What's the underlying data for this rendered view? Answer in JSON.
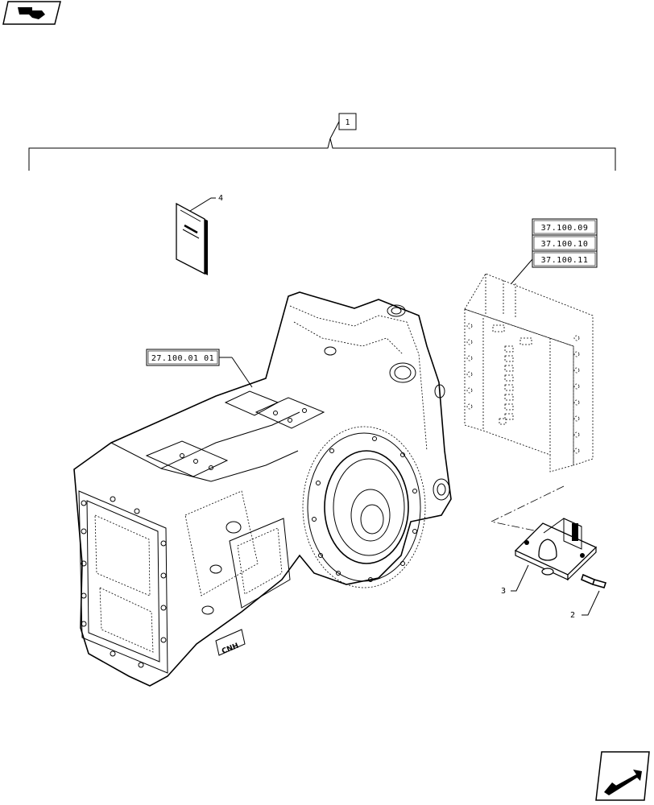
{
  "callouts": {
    "group": "1",
    "pin": "2",
    "hitch": "3",
    "manual": "4"
  },
  "references": {
    "housing": "27.100.01 01",
    "support_a": "37.100.09",
    "support_b": "37.100.10",
    "support_c": "37.100.11"
  },
  "icons": {
    "top_left": "parts-catalog-icon",
    "bottom_right": "next-page-arrow-icon"
  }
}
